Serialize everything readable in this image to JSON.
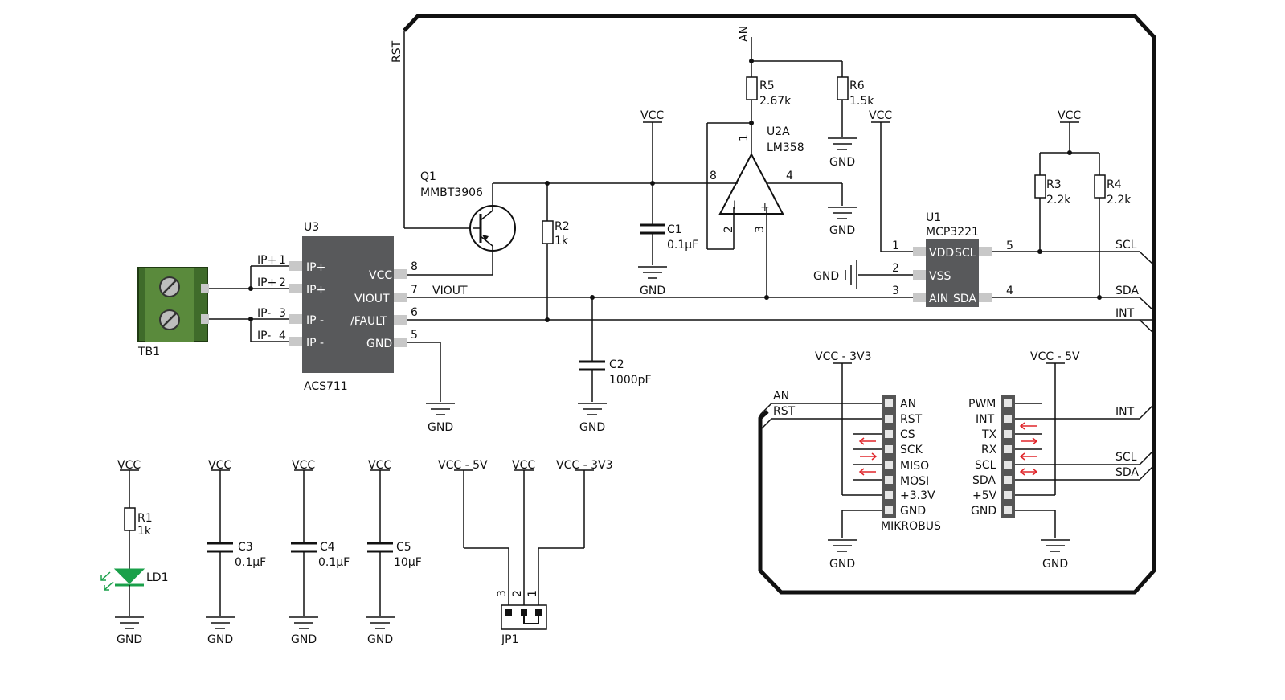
{
  "labels": {
    "rst": "RST",
    "an": "AN",
    "r5": "R5",
    "r5v": "2.67k",
    "r6": "R6",
    "r6v": "1.5k",
    "u2a": "U2A",
    "u2av": "LM358",
    "vcc": "VCC",
    "gnd": "GND",
    "q1": "Q1",
    "q1v": "MMBT3906",
    "r2": "R2",
    "r2v": "1k",
    "c1": "C1",
    "c1v": "0.1µF",
    "c2": "C2",
    "c2v": "1000pF",
    "r3": "R3",
    "r3v": "2.2k",
    "r4": "R4",
    "r4v": "2.2k",
    "u1": "U1",
    "u1v": "MCP3221",
    "u3": "U3",
    "u3v": "ACS711",
    "tb1": "TB1",
    "viout": "VIOUT",
    "scl": "SCL",
    "sda": "SDA",
    "int": "INT",
    "r1": "R1",
    "r1v": "1k",
    "ld1": "LD1",
    "c3": "C3",
    "c3v": "0.1µF",
    "c4": "C4",
    "c4v": "0.1µF",
    "c5": "C5",
    "c5v": "10µF",
    "vcc5v": "VCC - 5V",
    "vcc3v3": "VCC - 3V3",
    "jp1": "JP1",
    "mikrobus": "MIKROBUS"
  },
  "u3_pins": {
    "left": [
      {
        "num": "1",
        "net": "IP+",
        "name": "IP+"
      },
      {
        "num": "2",
        "net": "IP+",
        "name": "IP+"
      },
      {
        "num": "3",
        "net": "IP-",
        "name": "IP -"
      },
      {
        "num": "4",
        "net": "IP-",
        "name": "IP -"
      }
    ],
    "right": [
      {
        "num": "8",
        "name": "VCC"
      },
      {
        "num": "7",
        "name": "VIOUT"
      },
      {
        "num": "6",
        "name": "/FAULT"
      },
      {
        "num": "5",
        "name": "GND"
      }
    ]
  },
  "u1_pins": {
    "left": [
      {
        "num": "1",
        "name": "VDD"
      },
      {
        "num": "2",
        "name": "VSS"
      },
      {
        "num": "3",
        "name": "AIN"
      }
    ],
    "right": [
      {
        "num": "5",
        "name": "SCL"
      },
      {
        "num": "4",
        "name": "SDA"
      }
    ]
  },
  "u2a_pins": {
    "p1": "1",
    "p2": "2",
    "p3": "3",
    "p4": "4",
    "p8": "8",
    "minus": "I",
    "plus": "+"
  },
  "jp1_pins": [
    "3",
    "2",
    "1"
  ],
  "mikrobus_left": [
    "AN",
    "RST",
    "CS",
    "SCK",
    "MISO",
    "MOSI",
    "+3.3V",
    "GND"
  ],
  "mikrobus_right": [
    "PWM",
    "INT",
    "TX",
    "RX",
    "SCL",
    "SDA",
    "+5V",
    "GND"
  ],
  "colors": {
    "ic_body": "#58595b",
    "pad": "#c8c8c8",
    "terminal": "#3f6b2a",
    "led": "#1aa04a",
    "arrow": "#e0262b"
  }
}
